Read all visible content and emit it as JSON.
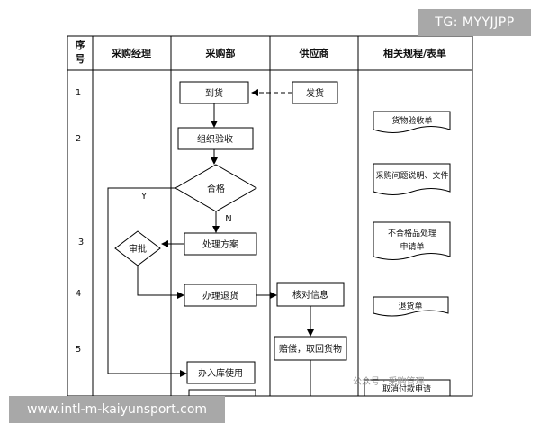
{
  "columns": [
    {
      "id": "seq",
      "label": "序\n号"
    },
    {
      "id": "manager",
      "label": "采购经理"
    },
    {
      "id": "dept",
      "label": "采购部"
    },
    {
      "id": "supplier",
      "label": "供应商"
    },
    {
      "id": "forms",
      "label": "相关规程/表单"
    }
  ],
  "row_numbers": [
    "1",
    "2",
    "3",
    "4",
    "5"
  ],
  "nodes": {
    "arrival": "到货",
    "ship": "发货",
    "inspect": "组织验收",
    "qualified": "合格",
    "approve": "审批",
    "plan": "处理方案",
    "return_goods": "办理退货",
    "verify": "核对信息",
    "compensate": "赔偿，取回货物",
    "warehouse": "办入库使用",
    "payment": "取消付款申请"
  },
  "edge_labels": {
    "yes": "Y",
    "no": "N"
  },
  "documents": [
    "货物验收单",
    "采购问题说明、文件",
    "不合格品处理\n申请单",
    "退货单"
  ],
  "overlays": {
    "tag": "TG: MYYJJPP",
    "site": "www.intl-m-kaiyunsport.com",
    "watermark": "公众号 · 采购管理"
  },
  "colors": {
    "line": "#000000",
    "background": "#ffffff",
    "overlay": "#a8a8a8"
  }
}
